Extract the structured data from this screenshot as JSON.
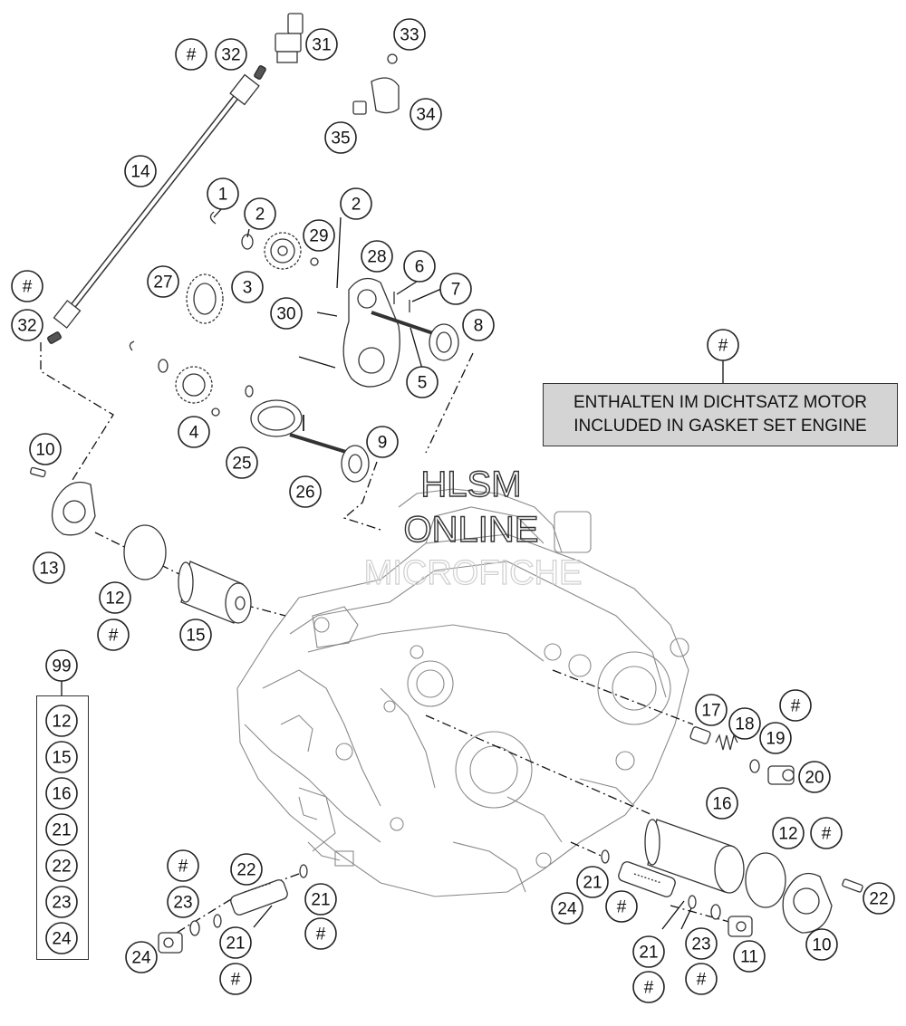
{
  "diagram": {
    "gasket_note": {
      "line1": "ENTHALTEN IM DICHTSATZ MOTOR",
      "line2": "INCLUDED IN GASKET SET ENGINE",
      "marker": "#"
    },
    "watermark": {
      "line1": "HLSM",
      "line2": "ONLINE",
      "line3": "MICROFICHE"
    },
    "kit": {
      "number": "99",
      "items": [
        "12",
        "15",
        "16",
        "21",
        "22",
        "23",
        "24"
      ]
    },
    "callouts": [
      "#",
      "32",
      "31",
      "33",
      "34",
      "35",
      "14",
      "1",
      "2",
      "29",
      "2",
      "28",
      "27",
      "3",
      "6",
      "7",
      "30",
      "8",
      "#",
      "32",
      "5",
      "4",
      "25",
      "9",
      "26",
      "10",
      "13",
      "12",
      "#",
      "15",
      "17",
      "18",
      "#",
      "19",
      "20",
      "16",
      "12",
      "#",
      "#",
      "22",
      "23",
      "21",
      "#",
      "21",
      "#",
      "22",
      "10",
      "11",
      "24",
      "21",
      "#",
      "21",
      "23",
      "24",
      "#",
      "#",
      "#"
    ]
  }
}
